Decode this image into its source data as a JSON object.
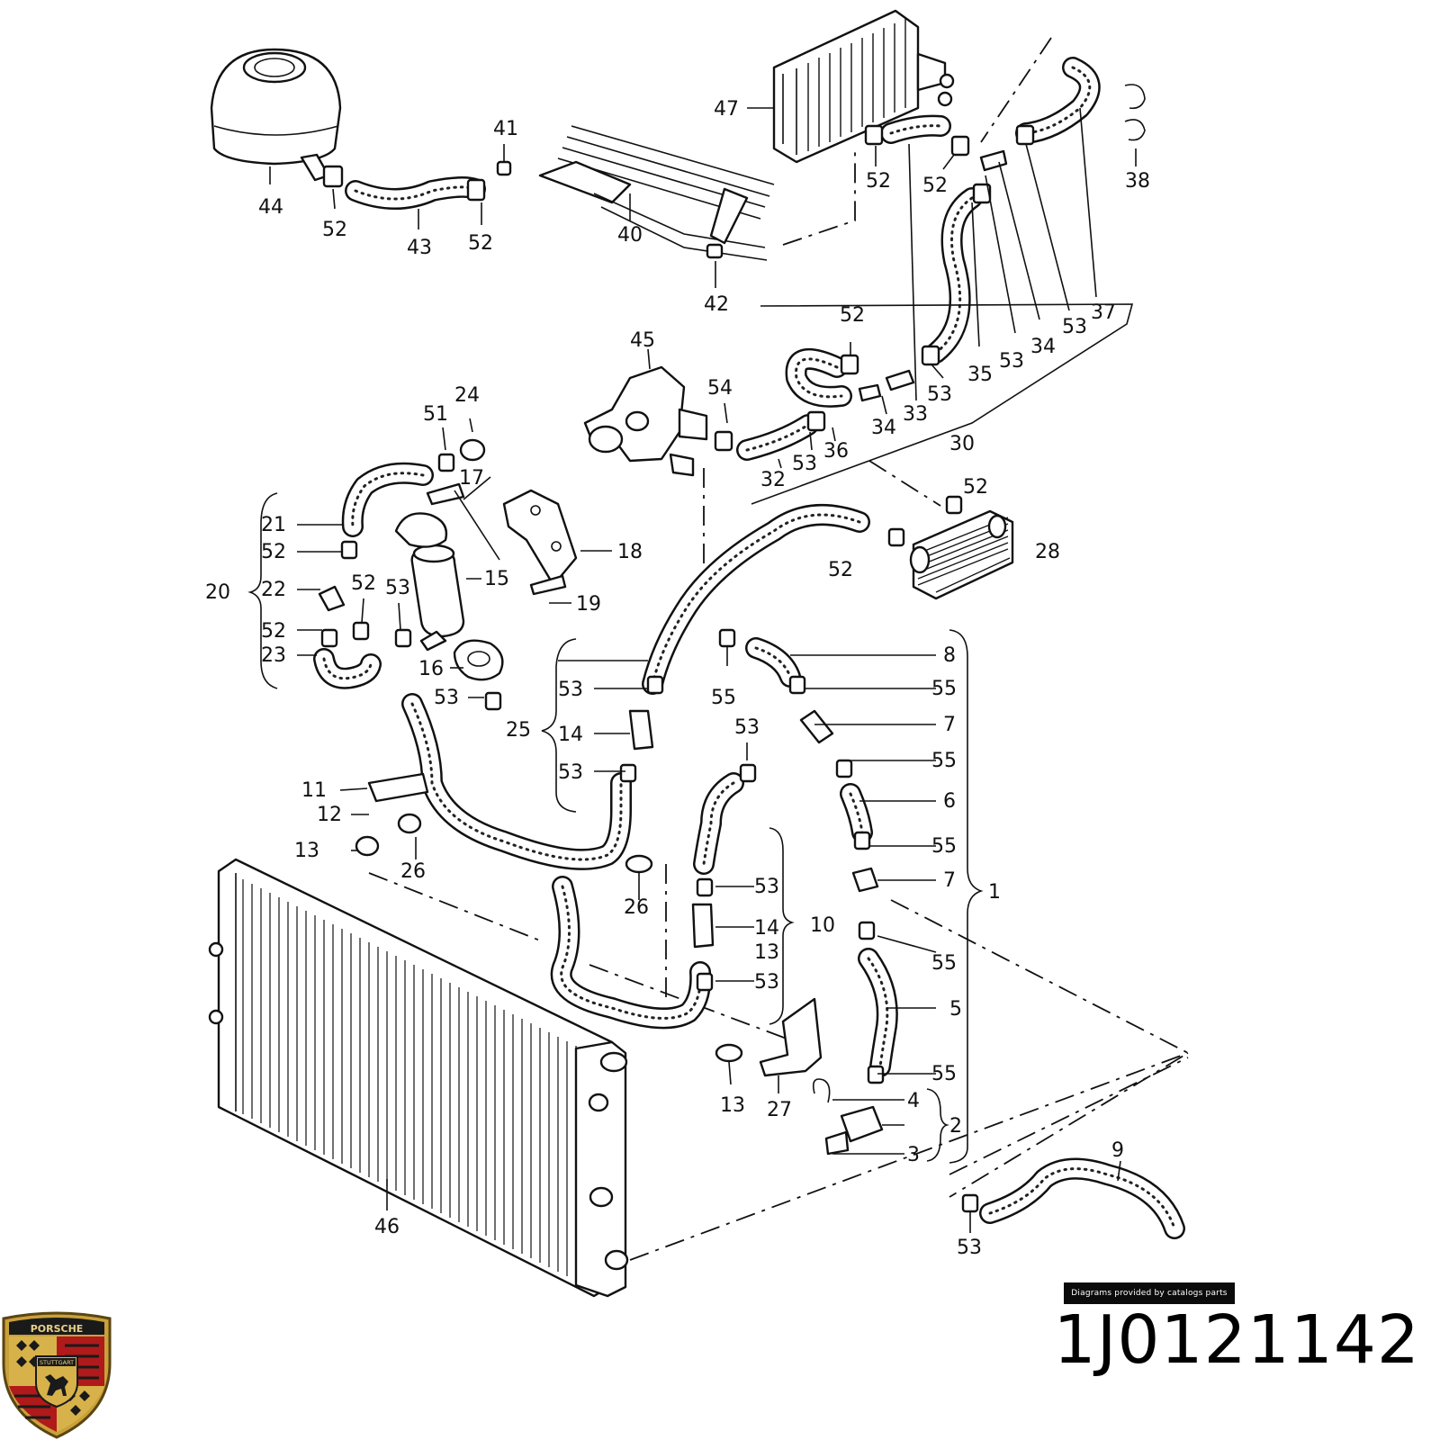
{
  "credit_text": "Diagrams provided by catalogs parts",
  "part_number": "1J0121142",
  "logo": {
    "wordmark": "PORSCHE",
    "city": "STUTTGART"
  },
  "callouts": [
    "44",
    "52",
    "43",
    "52",
    "41",
    "40",
    "42",
    "47",
    "52",
    "52",
    "38",
    "37",
    "53",
    "34",
    "53",
    "35",
    "52",
    "53",
    "33",
    "34",
    "30",
    "45",
    "54",
    "36",
    "53",
    "32",
    "51",
    "24",
    "17",
    "21",
    "52",
    "20",
    "22",
    "52",
    "52",
    "53",
    "15",
    "18",
    "19",
    "23",
    "16",
    "53",
    "52",
    "28",
    "52",
    "25",
    "53",
    "14",
    "53",
    "55",
    "8",
    "55",
    "7",
    "55",
    "6",
    "53",
    "11",
    "12",
    "13",
    "26",
    "26",
    "55",
    "7",
    "1",
    "53",
    "14",
    "10",
    "13",
    "53",
    "55",
    "5",
    "55",
    "4",
    "2",
    "3",
    "13",
    "27",
    "46",
    "9",
    "53"
  ]
}
